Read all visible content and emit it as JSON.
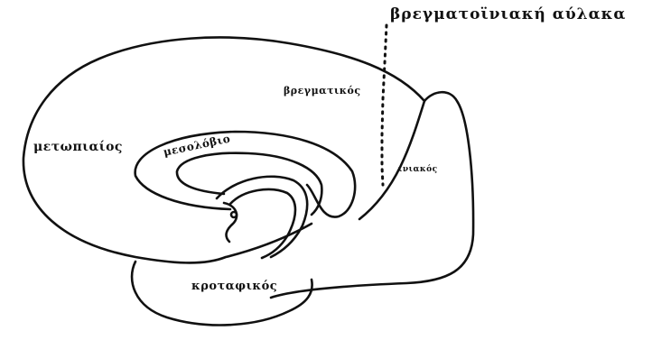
{
  "labels": {
    "sulcus": "βρεγματοϊνιακή αύλακα",
    "frontal": "μετωπιαίος",
    "corpus_callosum": "μεσολόβιο",
    "parietal": "βρεγματικός",
    "occipital": "ινιακός",
    "temporal": "κροταφικός"
  },
  "colors": {
    "ink": "#111111",
    "background": "#ffffff"
  }
}
